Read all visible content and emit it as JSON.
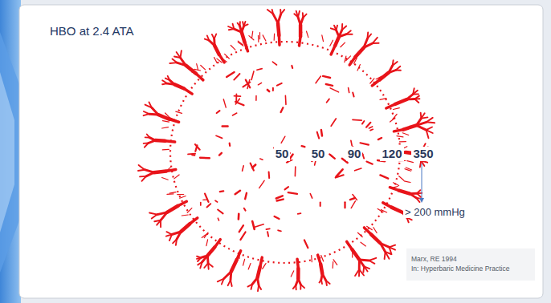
{
  "diagram": {
    "title": "HBO at 2.4 ATA",
    "labels": [
      "50",
      "50",
      "90",
      "120",
      "350",
      "> 200 mmHg",
      "Marx, RE 1994",
      "In: Hyperbaric Medicine Practice"
    ]
  }
}
